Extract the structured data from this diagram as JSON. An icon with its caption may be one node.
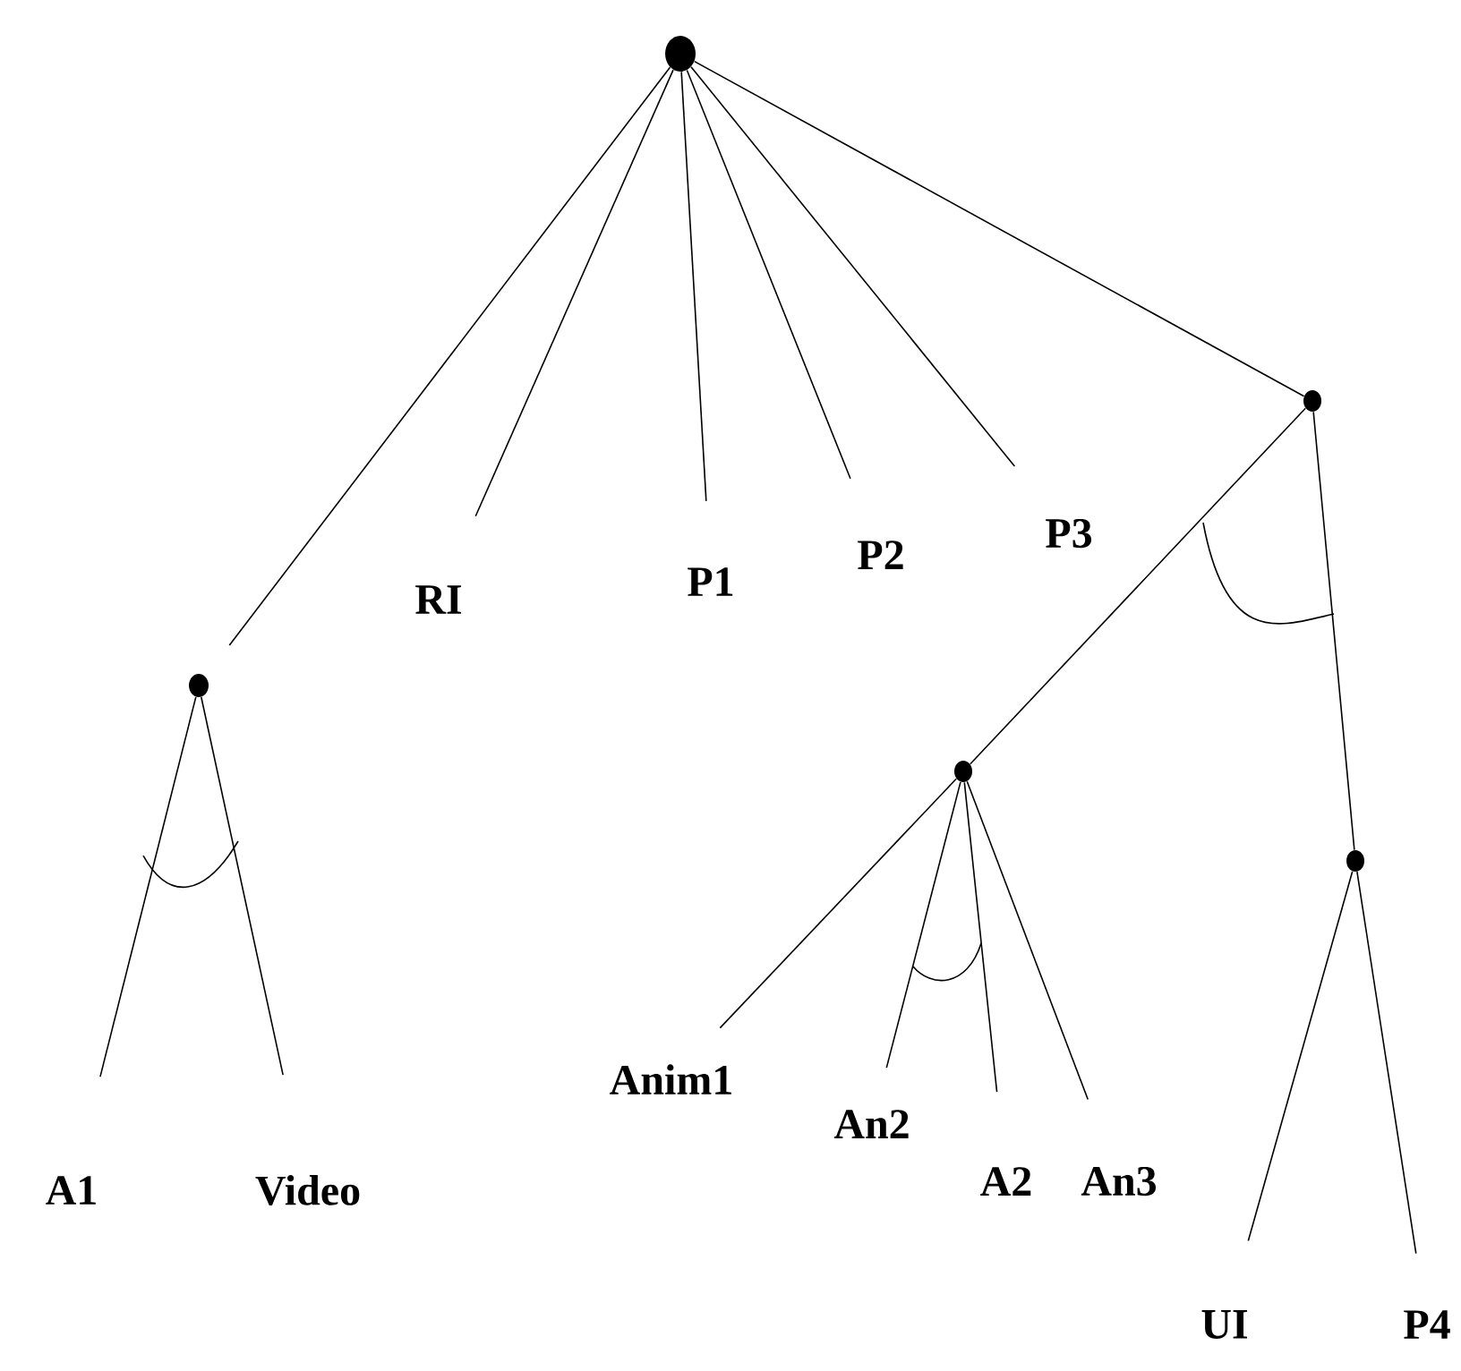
{
  "diagram": {
    "nodes": [
      {
        "text": [],
        "shape": "circle"
      },
      {
        "text": [
          "RI"
        ]
      },
      {
        "text": [
          "P1"
        ]
      },
      {
        "text": [
          "P2"
        ]
      },
      {
        "text": [
          "P3"
        ]
      },
      {
        "text": [],
        "shape": "circle"
      },
      {
        "text": [],
        "shape": "circle"
      },
      {
        "text": [],
        "shape": "circle"
      },
      {
        "text": [],
        "shape": "circle"
      },
      {
        "text": [
          "A1"
        ]
      },
      {
        "text": [
          "Video"
        ]
      },
      {
        "text": [
          "Anim1"
        ]
      },
      {
        "text": [
          "An2"
        ]
      },
      {
        "text": [
          "A2"
        ]
      },
      {
        "text": [
          "An3"
        ]
      },
      {
        "text": [
          "UI"
        ]
      },
      {
        "text": [
          "P4"
        ]
      }
    ],
    "edges": [
      {
        "from": 0,
        "to": 6,
        "arrow": "none"
      },
      {
        "from": 0,
        "to": 1,
        "arrow": "none"
      },
      {
        "from": 0,
        "to": 2,
        "arrow": "none"
      },
      {
        "from": 0,
        "to": 3,
        "arrow": "none"
      },
      {
        "from": 0,
        "to": 4,
        "arrow": "none"
      },
      {
        "from": 0,
        "to": 5,
        "arrow": "none"
      },
      {
        "from": 5,
        "to": 7,
        "arrow": "none"
      },
      {
        "from": 5,
        "to": 8,
        "arrow": "none"
      },
      {
        "from": 6,
        "to": 9,
        "arrow": "none"
      },
      {
        "from": 6,
        "to": 10,
        "arrow": "none"
      },
      {
        "from": 7,
        "to": 11,
        "arrow": "none"
      },
      {
        "from": 7,
        "to": 12,
        "arrow": "none"
      },
      {
        "from": 7,
        "to": 13,
        "arrow": "none"
      },
      {
        "from": 7,
        "to": 14,
        "arrow": "none"
      },
      {
        "from": 8,
        "to": 15,
        "arrow": "none"
      },
      {
        "from": 8,
        "to": 16,
        "arrow": "none"
      }
    ]
  }
}
